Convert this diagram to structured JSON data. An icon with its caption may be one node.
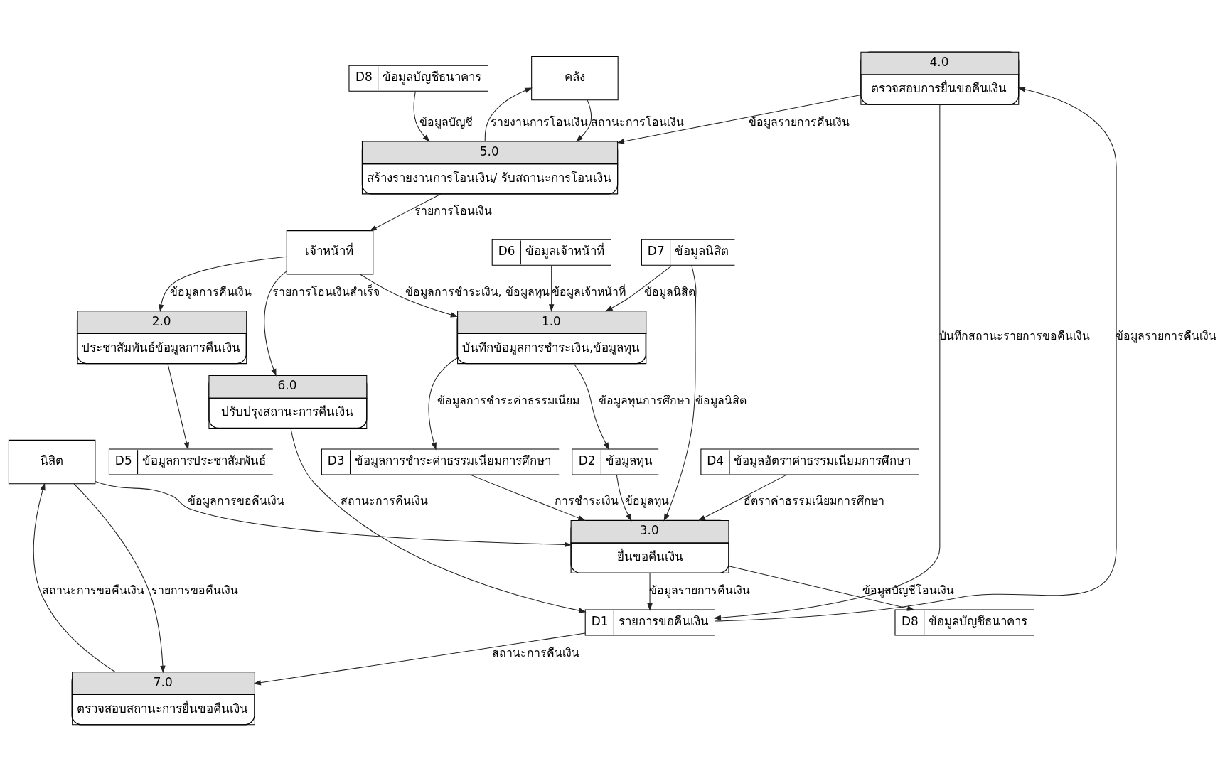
{
  "diagram": {
    "nodes": [
      {
        "text": [
          "นิสิต"
        ]
      },
      {
        "text": [
          "7.0",
          "ตรวจสอบสถานะการยื่นขอคืนเงิน"
        ]
      },
      {
        "text": [
          "4.0",
          "ตรวจสอบการยื่นขอคืนเงิน"
        ]
      },
      {
        "text": [
          "คลัง"
        ]
      },
      {
        "text": [
          "D1",
          "รายการขอคืนเงิน"
        ]
      },
      {
        "text": [
          "3.0",
          "ยื่นขอคืนเงิน"
        ]
      },
      {
        "text": [
          "D2",
          "ข้อมูลทุน"
        ]
      },
      {
        "text": [
          "5.0",
          "สร้างรายงานการโอนเงิน/ รับสถานะการโอนเงิน"
        ]
      },
      {
        "text": [
          "D3",
          "ข้อมูลการชำระค่าธรรมเนียมการศึกษา"
        ]
      },
      {
        "text": [
          "D8",
          "ข้อมูลบัญชีธนาคาร"
        ]
      },
      {
        "text": [
          "D4",
          "ข้อมูลอัตราค่าธรรมเนียมการศึกษา"
        ]
      },
      {
        "text": [
          "1.0",
          "บันทึกข้อมูลการชำระเงิน,ข้อมูลทุน"
        ]
      },
      {
        "text": [
          "D7",
          "ข้อมูลนิสิต"
        ]
      },
      {
        "text": [
          "D8",
          "ข้อมูลบัญชีธนาคาร"
        ]
      },
      {
        "text": [
          "6.0",
          "ปรับปรุงสถานะการคืนเงิน"
        ]
      },
      {
        "text": [
          "D6",
          "ข้อมูลเจ้าหน้าที่"
        ]
      },
      {
        "text": [
          "2.0",
          "ประชาสัมพันธ์ข้อมูลการคืนเงิน"
        ]
      },
      {
        "text": [
          "เจ้าหน้าที่"
        ]
      },
      {
        "text": [
          "D5",
          "ข้อมูลการประชาสัมพันธ์"
        ]
      }
    ],
    "edges": [
      {
        "from": 0,
        "to": 1,
        "arrow": "to",
        "label": "รายการขอคืนเงิน"
      },
      {
        "from": 1,
        "to": 0,
        "arrow": "to",
        "label": "สถานะการขอคืนเงิน"
      },
      {
        "from": 0,
        "to": 5,
        "arrow": "to",
        "label": "ข้อมูลการขอคืนเงิน"
      },
      {
        "from": 4,
        "to": 1,
        "arrow": "to",
        "label": "สถานะการคืนเงิน"
      },
      {
        "from": 14,
        "to": 4,
        "arrow": "to",
        "label": "สถานะการคืนเงิน"
      },
      {
        "from": 5,
        "to": 4,
        "arrow": "to",
        "label": "ข้อมูลรายการคืนเงิน"
      },
      {
        "from": 6,
        "to": 5,
        "arrow": "to",
        "label": "ข้อมูลทุน"
      },
      {
        "from": 8,
        "to": 5,
        "arrow": "to",
        "label": "การชำระเงิน"
      },
      {
        "from": 10,
        "to": 5,
        "arrow": "to",
        "label": "อัตราค่าธรรมเนียมการศึกษา"
      },
      {
        "from": 12,
        "to": 5,
        "arrow": "to",
        "label": "ข้อมูลนิสิต"
      },
      {
        "from": 5,
        "to": 13,
        "arrow": "to",
        "label": "ข้อมูลบัญชีโอนเงิน"
      },
      {
        "from": 4,
        "to": 2,
        "arrow": "to",
        "label": "ข้อมูลรายการคืนเงิน"
      },
      {
        "from": 2,
        "to": 4,
        "arrow": "to",
        "label": "บันทึกสถานะรายการขอคืนเงิน"
      },
      {
        "from": 2,
        "to": 7,
        "arrow": "to",
        "label": "ข้อมูลรายการคืนเงิน"
      },
      {
        "from": 7,
        "to": 3,
        "arrow": "to",
        "label": "รายงานการโอนเงิน"
      },
      {
        "from": 3,
        "to": 7,
        "arrow": "to",
        "label": "สถานะการโอนเงิน"
      },
      {
        "from": 7,
        "to": 17,
        "arrow": "to",
        "label": "รายการโอนเงิน"
      },
      {
        "from": 9,
        "to": 7,
        "arrow": "to",
        "label": "ข้อมูลบัญชี"
      },
      {
        "from": 11,
        "to": 6,
        "arrow": "to",
        "label": "ข้อมูลทุนการศึกษา"
      },
      {
        "from": 11,
        "to": 8,
        "arrow": "to",
        "label": "ข้อมูลการชำระค่าธรรมเนียม"
      },
      {
        "from": 12,
        "to": 11,
        "arrow": "to",
        "label": "ข้อมูลนิสิต"
      },
      {
        "from": 15,
        "to": 11,
        "arrow": "to",
        "label": "ข้อมูลเจ้าหน้าที่"
      },
      {
        "from": 17,
        "to": 11,
        "arrow": "to",
        "label": "ข้อมูลการชำระเงิน, ข้อมูลทุน"
      },
      {
        "from": 17,
        "to": 16,
        "arrow": "to",
        "label": "ข้อมูลการคืนเงิน"
      },
      {
        "from": 16,
        "to": 18,
        "arrow": "to"
      },
      {
        "from": 17,
        "to": 14,
        "arrow": "to",
        "label": "รายการโอนเงินสำเร็จ"
      }
    ]
  }
}
